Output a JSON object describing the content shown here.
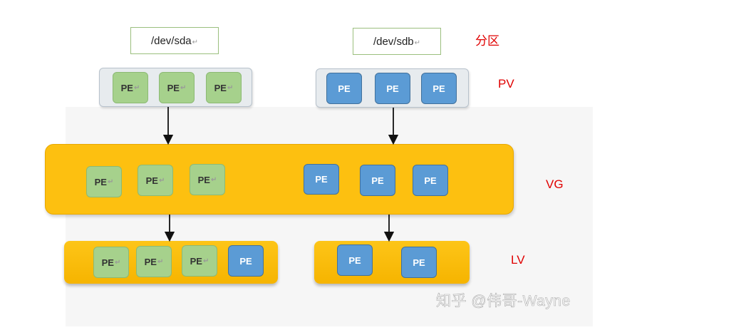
{
  "partitions": [
    {
      "label": "/dev/sda"
    },
    {
      "label": "/dev/sdb"
    }
  ],
  "pe_label": "PE",
  "side_labels": {
    "partition": "分区",
    "pv": "PV",
    "vg": "VG",
    "lv": "LV"
  },
  "colors": {
    "pe_green": "#a6d18c",
    "pe_blue": "#5b9bd5",
    "vg_yellow": "#fdc010",
    "label_red": "#e00000"
  },
  "watermark": "知乎 @伟哥-Wayne"
}
